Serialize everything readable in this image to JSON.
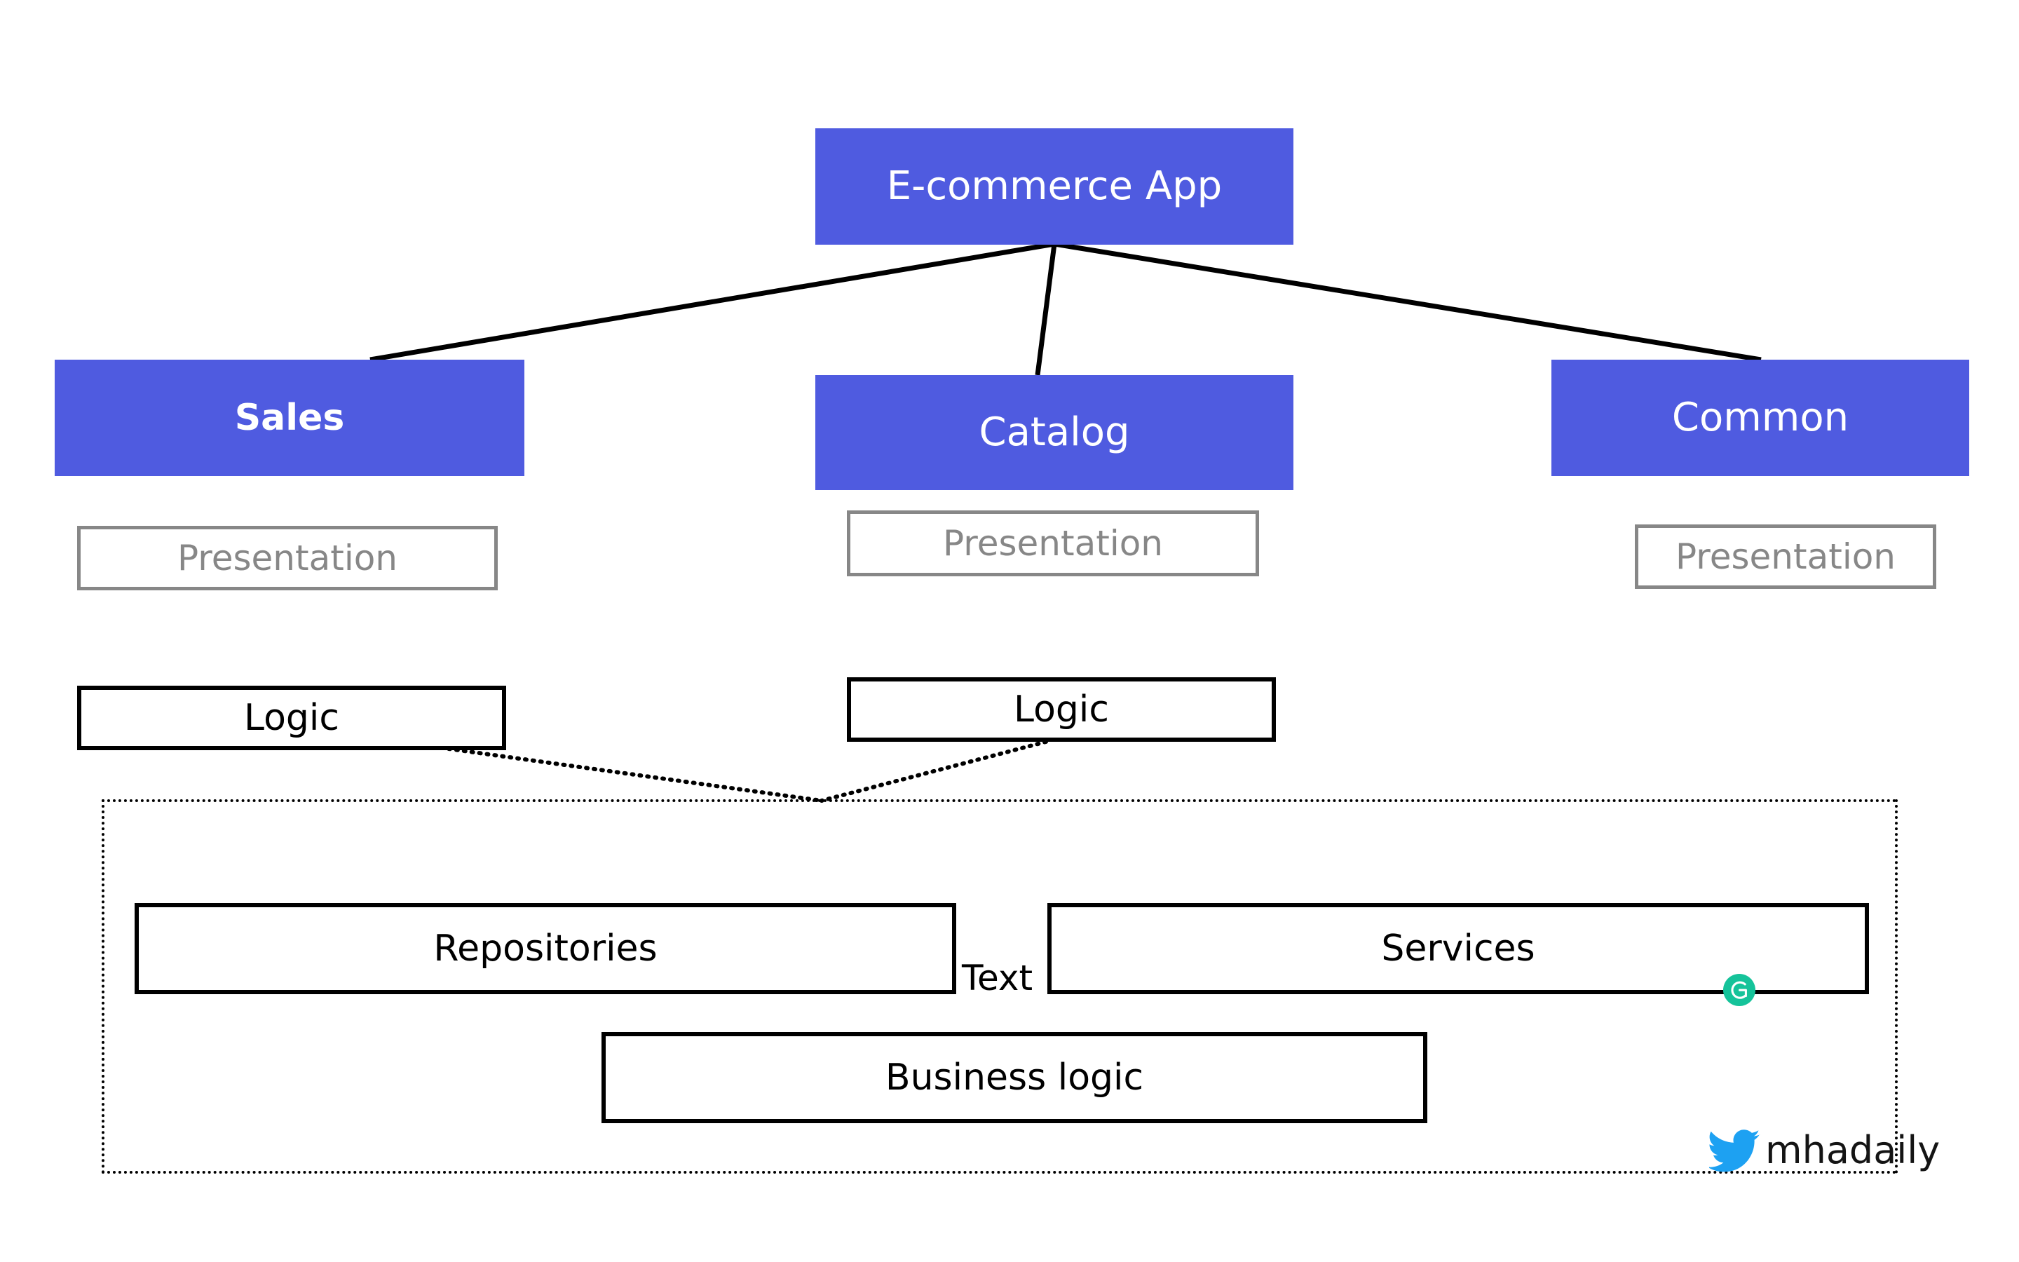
{
  "diagram": {
    "title_node": {
      "label": "E-commerce App"
    },
    "modules": [
      {
        "label": "Sales",
        "emphasis": "bold"
      },
      {
        "label": "Catalog",
        "emphasis": "regular"
      },
      {
        "label": "Common",
        "emphasis": "regular"
      }
    ],
    "presentation_layers": [
      {
        "label": "Presentation"
      },
      {
        "label": "Presentation"
      },
      {
        "label": "Presentation"
      }
    ],
    "logic_layers": [
      {
        "label": "Logic"
      },
      {
        "label": "Logic"
      }
    ],
    "shared_container": {
      "boxes": [
        {
          "label": "Repositories"
        },
        {
          "label": "Services"
        },
        {
          "label": "Business logic"
        }
      ],
      "stray_label": "Text"
    },
    "badge": {
      "icon": "grammarly-g-icon"
    },
    "credit": {
      "icon": "twitter-bird-icon",
      "handle": "mhadaily"
    },
    "colors": {
      "module_fill": "#4f5be0",
      "module_text": "#ffffff",
      "grey_stroke": "#878787",
      "black_stroke": "#000000",
      "badge_green": "#15c39a",
      "twitter_blue": "#1da1f2",
      "background": "#ffffff"
    }
  }
}
